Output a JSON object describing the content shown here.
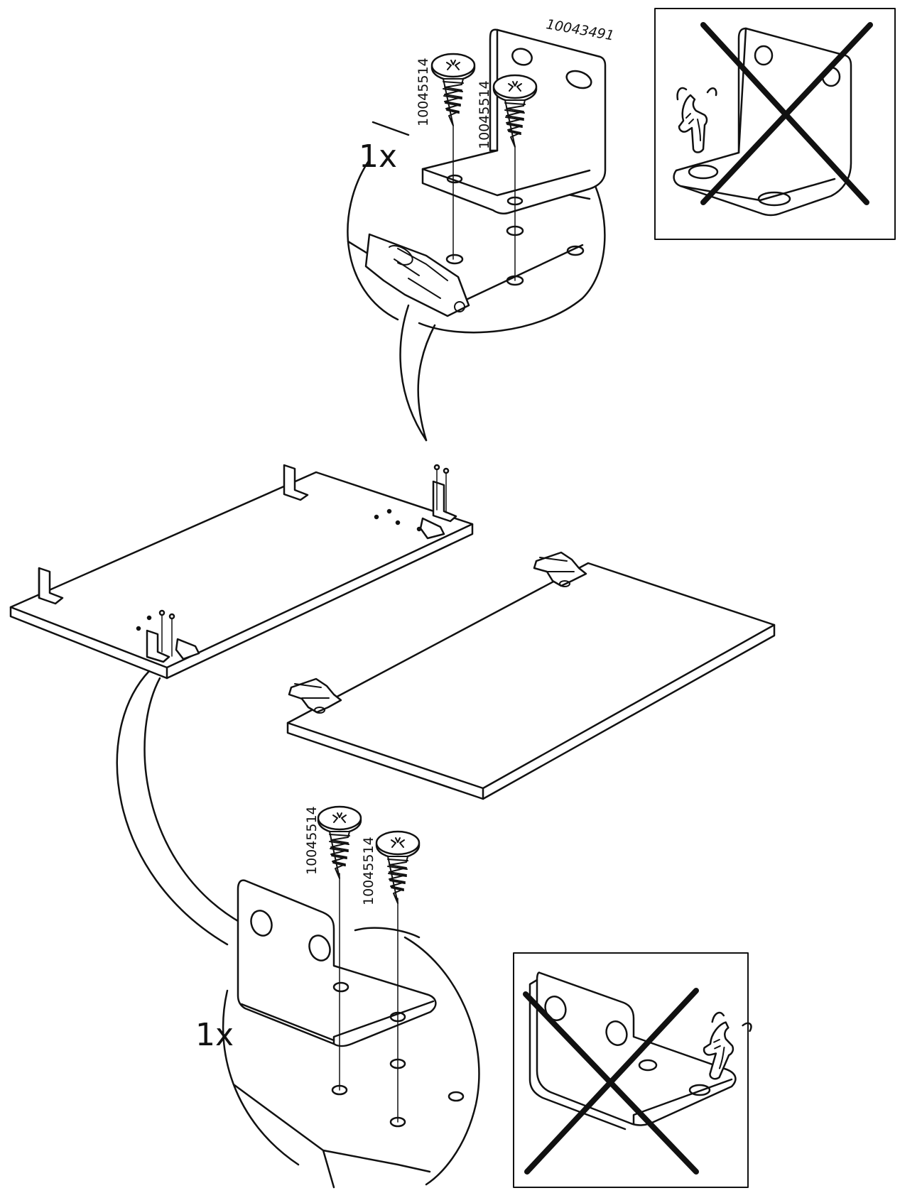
{
  "top_detail": {
    "quantity": "1x",
    "bracket_part": "10043491",
    "screw_part_a": "10045514",
    "screw_part_b": "10045514"
  },
  "bottom_detail": {
    "quantity": "1x",
    "screw_part_a": "10045514",
    "screw_part_b": "10045514"
  },
  "colors": {
    "line": "#111111",
    "paper": "#ffffff",
    "hatch": "#555555"
  },
  "icons": {
    "warning_top": "wrong-finger-bracket-icon",
    "warning_bottom": "wrong-finger-bracket-icon"
  }
}
